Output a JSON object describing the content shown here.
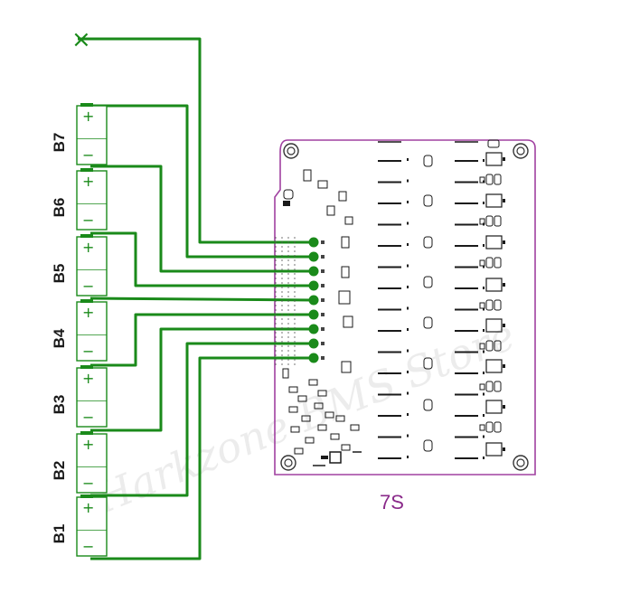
{
  "diagram": {
    "cells": [
      {
        "label": "B7",
        "plus": "+",
        "minus": "−"
      },
      {
        "label": "B6",
        "plus": "+",
        "minus": "−"
      },
      {
        "label": "B5",
        "plus": "+",
        "minus": "−"
      },
      {
        "label": "B4",
        "plus": "+",
        "minus": "−"
      },
      {
        "label": "B3",
        "plus": "+",
        "minus": "−"
      },
      {
        "label": "B2",
        "plus": "+",
        "minus": "−"
      },
      {
        "label": "B1",
        "plus": "+",
        "minus": "−"
      }
    ],
    "board_label": "7S",
    "open_end_marker": "×",
    "watermark": "Harkzone BMS Store",
    "colors": {
      "wire": "#1a8a1a",
      "cell_outline": "#1a8a1a",
      "board_outline": "#a040a0",
      "component": "#1a1a1a",
      "pad": "#1a8a1a",
      "text": "#1a1a1a"
    }
  }
}
